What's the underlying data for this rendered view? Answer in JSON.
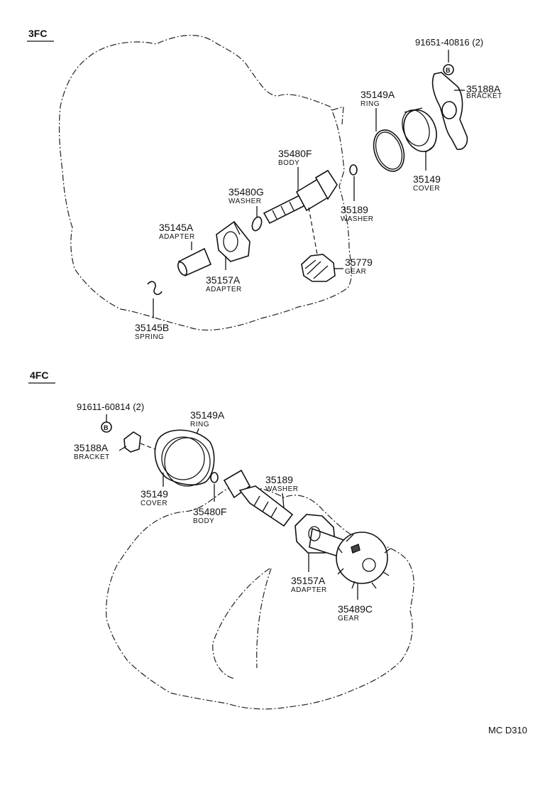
{
  "sections": [
    {
      "id": "3fc",
      "title": "3FC",
      "callouts": [
        {
          "id": "91651-bolt",
          "number": "91651-40816 (2)",
          "name": ""
        },
        {
          "id": "35188a",
          "number": "35188A",
          "name": "BRACKET"
        },
        {
          "id": "35149a",
          "number": "35149A",
          "name": "RING"
        },
        {
          "id": "35149",
          "number": "35149",
          "name": "COVER"
        },
        {
          "id": "35480f",
          "number": "35480F",
          "name": "BODY"
        },
        {
          "id": "35480g",
          "number": "35480G",
          "name": "WASHER"
        },
        {
          "id": "35189",
          "number": "35189",
          "name": "WASHER"
        },
        {
          "id": "35145a",
          "number": "35145A",
          "name": "ADAPTER"
        },
        {
          "id": "35157a",
          "number": "35157A",
          "name": "ADAPTER"
        },
        {
          "id": "35779",
          "number": "35779",
          "name": "GEAR"
        },
        {
          "id": "35145b",
          "number": "35145B",
          "name": "SPRING"
        }
      ]
    },
    {
      "id": "4fc",
      "title": "4FC",
      "callouts": [
        {
          "id": "91611-bolt",
          "number": "91611-60814 (2)",
          "name": ""
        },
        {
          "id": "35149a",
          "number": "35149A",
          "name": "RING"
        },
        {
          "id": "35188a",
          "number": "35188A",
          "name": "BRACKET"
        },
        {
          "id": "35149",
          "number": "35149",
          "name": "COVER"
        },
        {
          "id": "35480f",
          "number": "35480F",
          "name": "BODY"
        },
        {
          "id": "35189",
          "number": "35189",
          "name": "WASHER"
        },
        {
          "id": "35157a",
          "number": "35157A",
          "name": "ADAPTER"
        },
        {
          "id": "35489c",
          "number": "35489C",
          "name": "GEAR"
        }
      ]
    }
  ],
  "bolt_marker": "B",
  "diagram_code": "MC D310"
}
